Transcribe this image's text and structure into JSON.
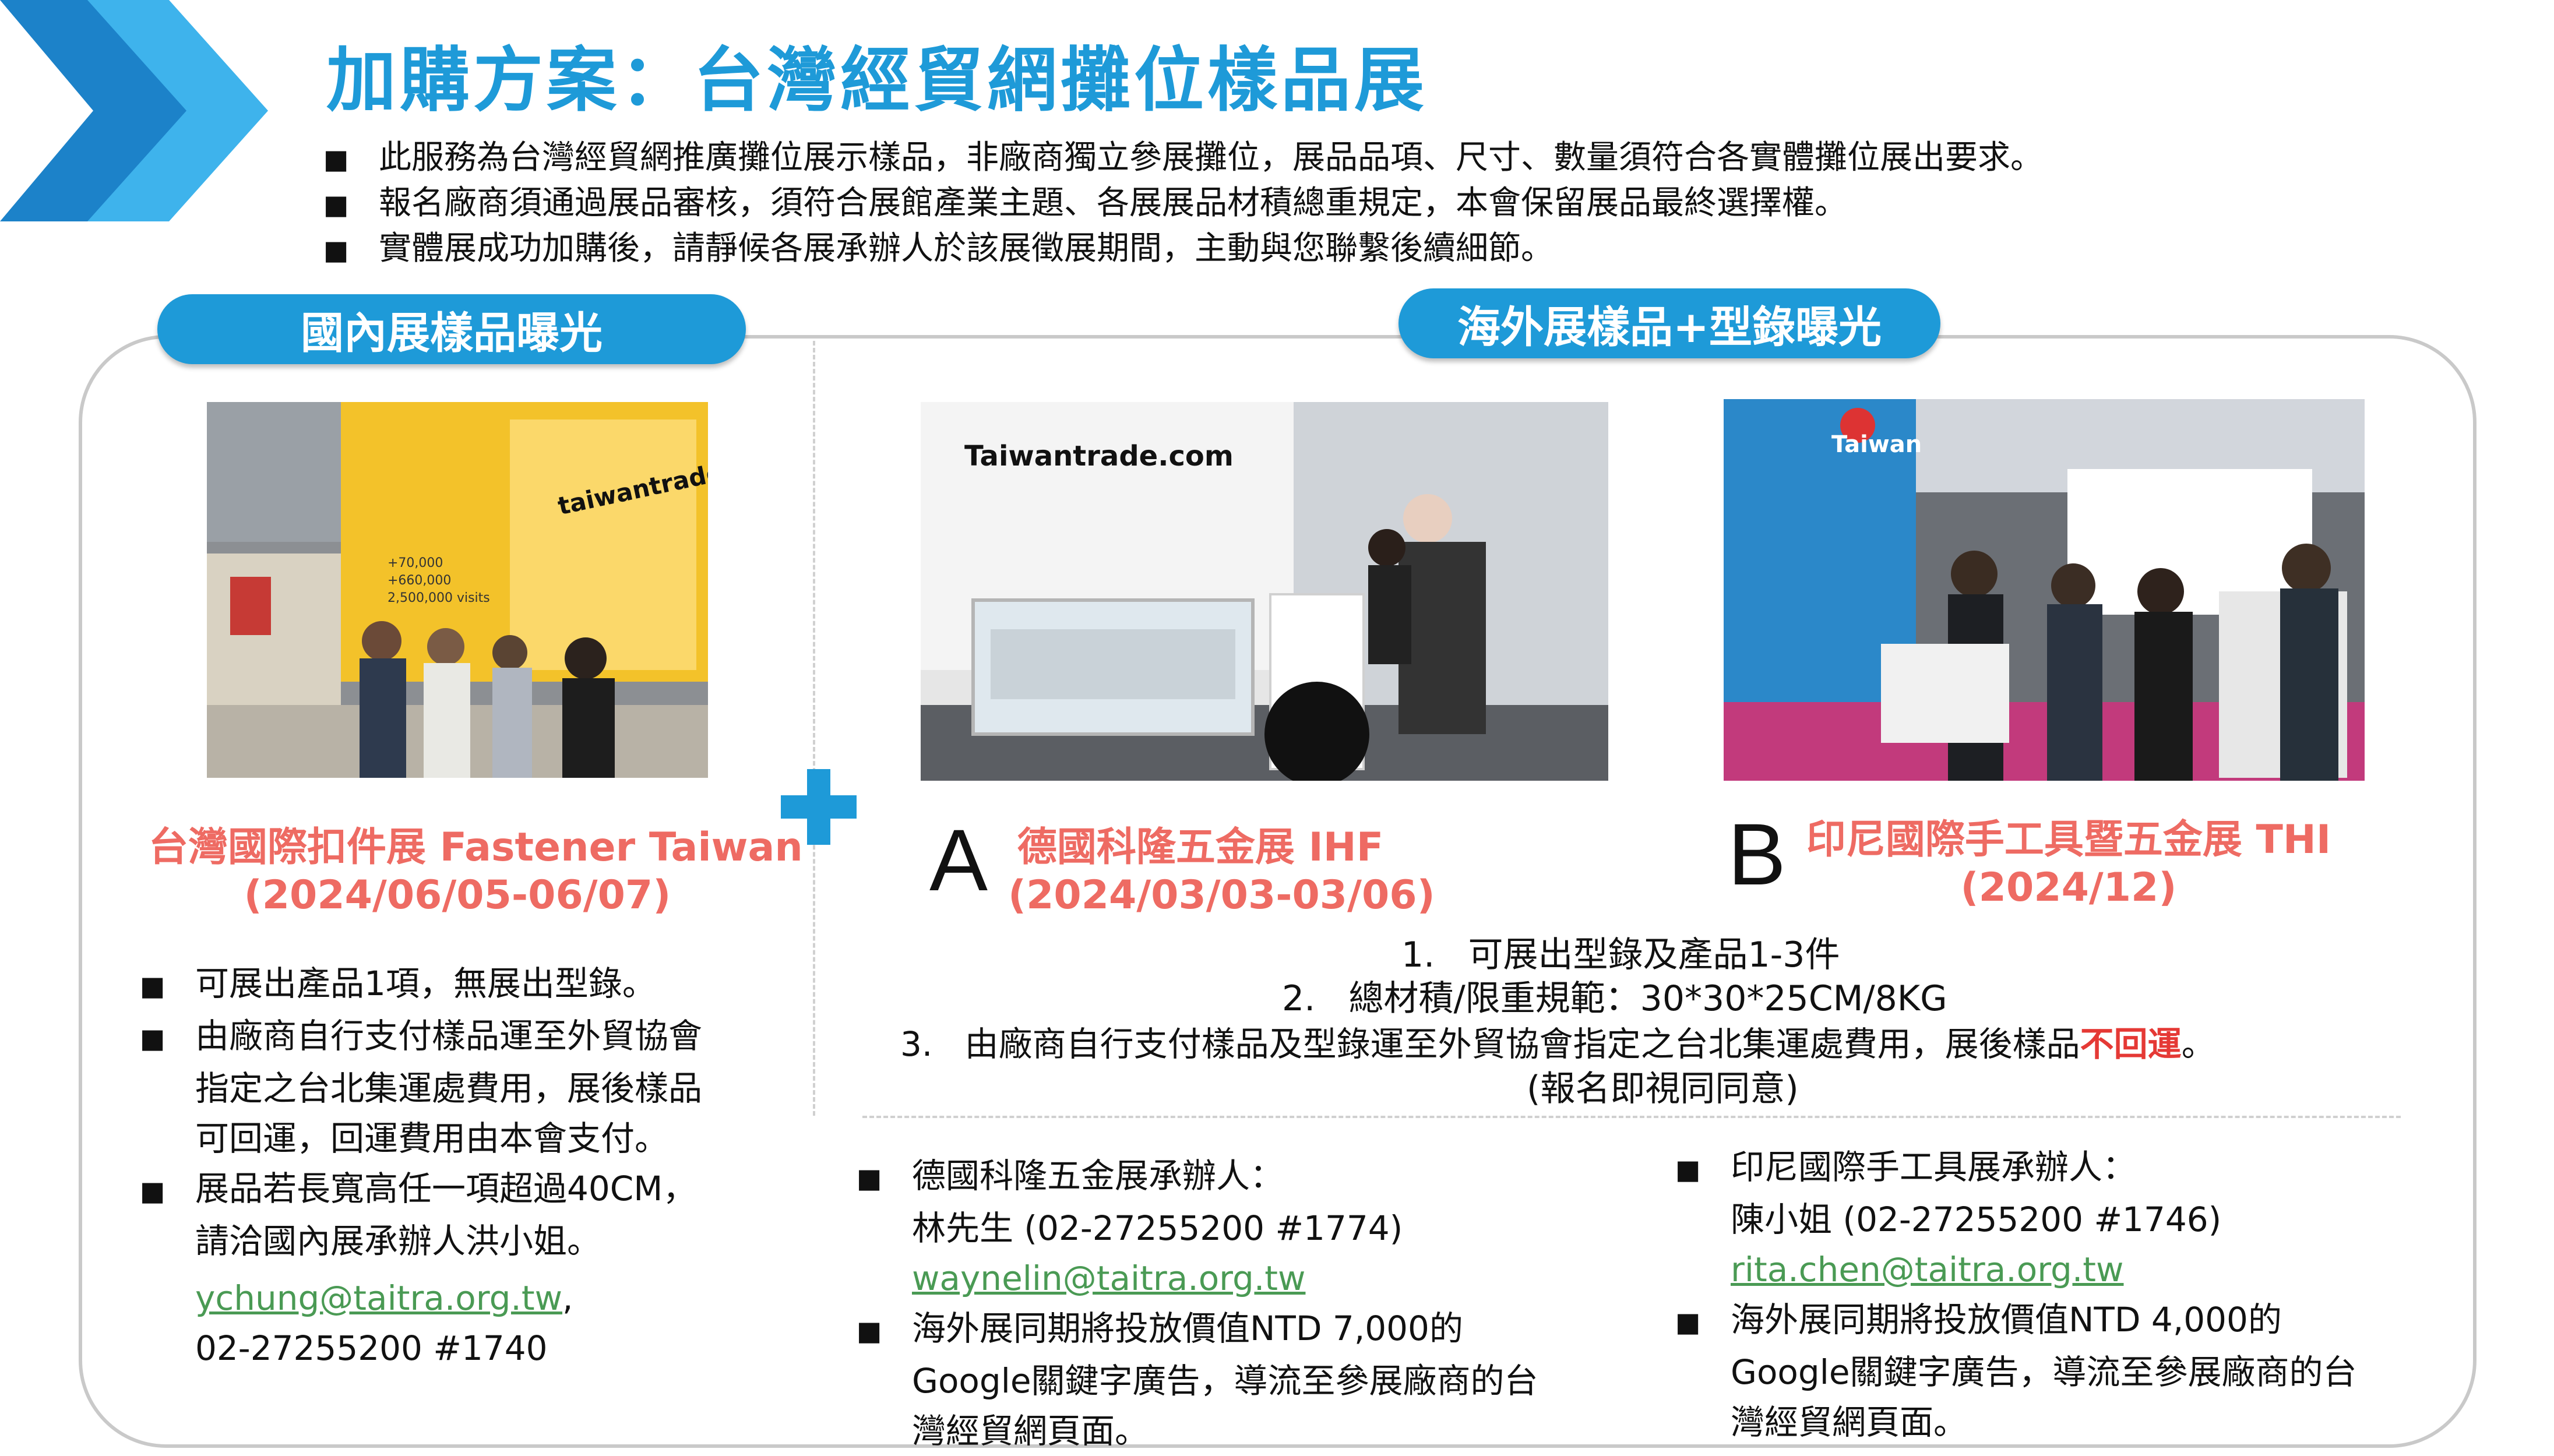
{
  "header": {
    "title": "加購方案：台灣經貿網攤位樣品展",
    "bullets": [
      "此服務為台灣經貿網推廣攤位展示樣品，非廠商獨立參展攤位，展品品項、尺寸、數量須符合各實體攤位展出要求。",
      "報名廠商須通過展品審核，須符合展館產業主題、各展展品材積總重規定，本會保留展品最終選擇權。",
      "實體展成功加購後，請靜候各展承辦人於該展徵展期間，主動與您聯繫後續細節。"
    ],
    "bullet_marker": "■"
  },
  "domestic": {
    "pill": "國內展樣品曝光",
    "event_name": "台灣國際扣件展 Fastener Taiwan",
    "event_date": "(2024/06/05-06/07)",
    "photo_sign": "taiwantrade",
    "photo_stats": [
      "+70,000",
      "+660,000",
      "2,500,000 visits"
    ],
    "bullets": [
      {
        "lines": [
          "可展出產品1項，無展出型錄。"
        ]
      },
      {
        "lines": [
          "由廠商自行支付樣品運至外貿協會",
          "指定之台北集運處費用，展後樣品",
          "可回運，回運費用由本會支付。"
        ]
      },
      {
        "lines": [
          "展品若長寬高任一項超過40CM，",
          "請洽國內展承辦人洪小姐。"
        ]
      }
    ],
    "contact_email": "ychung@taitra.org.tw",
    "contact_email_suffix": ",",
    "contact_phone": "02-27255200 #1740"
  },
  "overseas": {
    "pill": "海外展樣品+型錄曝光",
    "event_a": {
      "letter": "A",
      "name": "德國科隆五金展 IHF",
      "date": "(2024/03/03-03/06)",
      "photo_sign": "Taiwantrade.com"
    },
    "event_b": {
      "letter": "B",
      "name": "印尼國際手工具暨五金展 THI",
      "date": "(2024/12)",
      "photo_sign": "Taiwan"
    },
    "rules": [
      {
        "n": "1.",
        "text": "可展出型錄及產品1-3件"
      },
      {
        "n": "2.",
        "text": "總材積/限重規範：30*30*25CM/8KG"
      },
      {
        "n": "3.",
        "text_before": "由廠商自行支付樣品及型錄運至外貿協會指定之台北集運處費用，展後樣品",
        "text_red": "不回運",
        "text_after": "。"
      }
    ],
    "rules_note": "(報名即視同同意)",
    "contact_a": {
      "title": "德國科隆五金展承辦人：",
      "person": "林先生 (02-27255200 #1774)",
      "email": "waynelin@taitra.org.tw",
      "promo_lines": [
        "海外展同期將投放價值NTD 7,000的",
        "Google關鍵字廣告，導流至參展廠商的台",
        "灣經貿網頁面。"
      ]
    },
    "contact_b": {
      "title": "印尼國際手工具展承辦人：",
      "person": "陳小姐 (02-27255200 #1746)",
      "email": "rita.chen@taitra.org.tw",
      "promo_lines": [
        "海外展同期將投放價值NTD 4,000的",
        "Google關鍵字廣告，導流至參展廠商的台",
        "灣經貿網頁面。"
      ]
    }
  },
  "colors": {
    "accent": "#1e9ad8",
    "event_name": "#ee6b63",
    "link": "#4a9a54",
    "warning": "#e53935"
  }
}
